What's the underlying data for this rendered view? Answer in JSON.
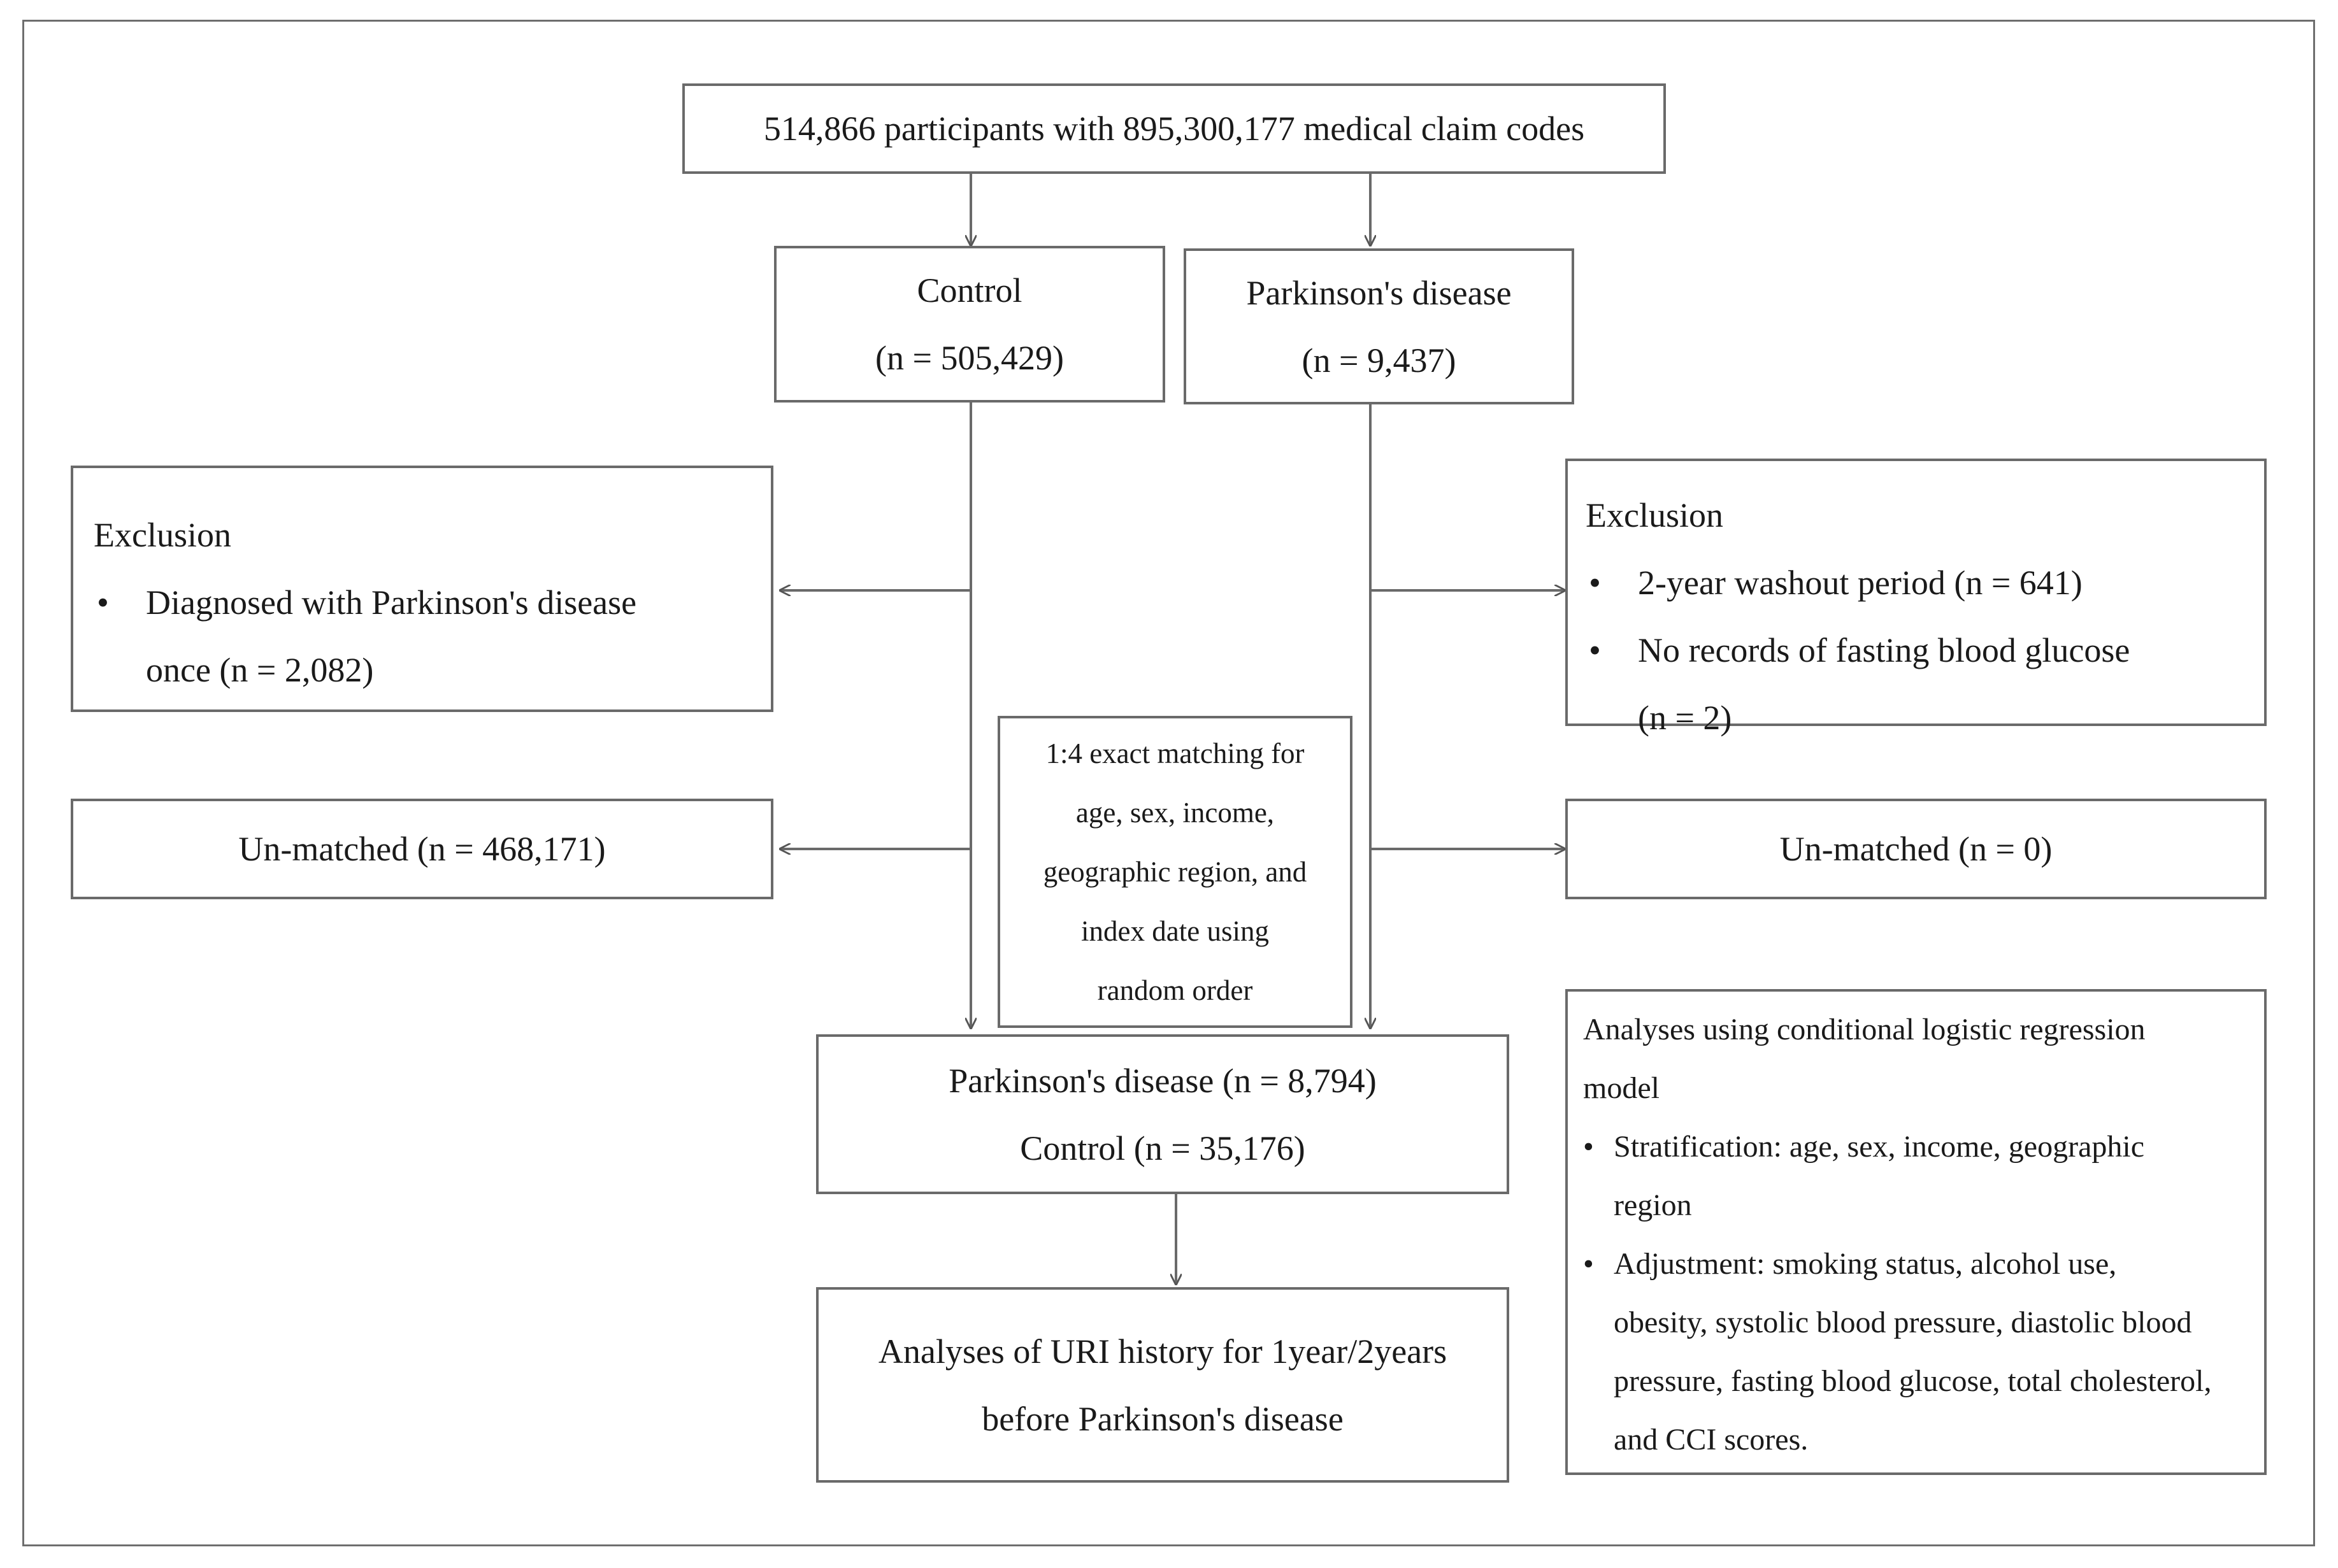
{
  "top_box": "514,866 participants with 895,300,177 medical claim codes",
  "control_box": {
    "title": "Control",
    "n": "(n = 505,429)"
  },
  "pd_box": {
    "title": "Parkinson's disease",
    "n": "(n = 9,437)"
  },
  "exclusion_left": {
    "heading": "Exclusion",
    "items": [
      "Diagnosed with Parkinson's disease"
    ],
    "continuation": "once (n = 2,082)"
  },
  "exclusion_right": {
    "heading": "Exclusion",
    "items": [
      "2-year washout period (n = 641)",
      "No records of fasting blood glucose"
    ],
    "continuation": "(n = 2)"
  },
  "unmatched_left": "Un-matched (n = 468,171)",
  "unmatched_right": "Un-matched (n = 0)",
  "matching_box": [
    "1:4 exact matching for",
    "age, sex, income,",
    "geographic region, and",
    "index date using",
    "random order"
  ],
  "matched_box": {
    "line1": "Parkinson's disease (n = 8,794)",
    "line2": "Control (n = 35,176)"
  },
  "uri_box": {
    "line1": "Analyses of  URI history for 1year/2years",
    "line2": "before Parkinson's disease"
  },
  "analyses_box": {
    "heading_line1": "Analyses using conditional logistic regression",
    "heading_line2": "model",
    "strat_line1": "Stratification: age, sex, income, geographic",
    "strat_line2": "region",
    "adj_line1": "Adjustment: smoking status, alcohol use,",
    "adj_line2": "obesity, systolic blood pressure, diastolic blood",
    "adj_line3": "pressure, fasting blood glucose, total cholesterol,",
    "adj_line4": "and CCI scores."
  }
}
